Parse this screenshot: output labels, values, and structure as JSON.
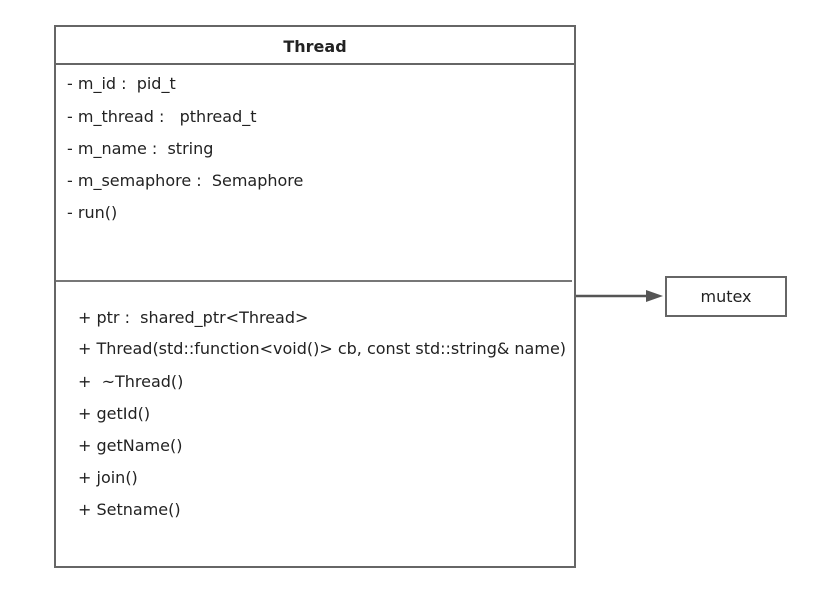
{
  "class": {
    "name": "Thread",
    "attributes": [
      "- m_id :  pid_t",
      "- m_thread :   pthread_t",
      "- m_name :  string",
      "- m_semaphore :  Semaphore",
      "- run()"
    ],
    "methods": [
      "+ ptr :  shared_ptr<Thread>",
      "+ Thread(std::function<void()> cb, const std::string& name)",
      "+  ~Thread()",
      "+ getId()",
      "+ getName()",
      "+ join()",
      "+ Setname()"
    ]
  },
  "related": {
    "name": "mutex"
  }
}
